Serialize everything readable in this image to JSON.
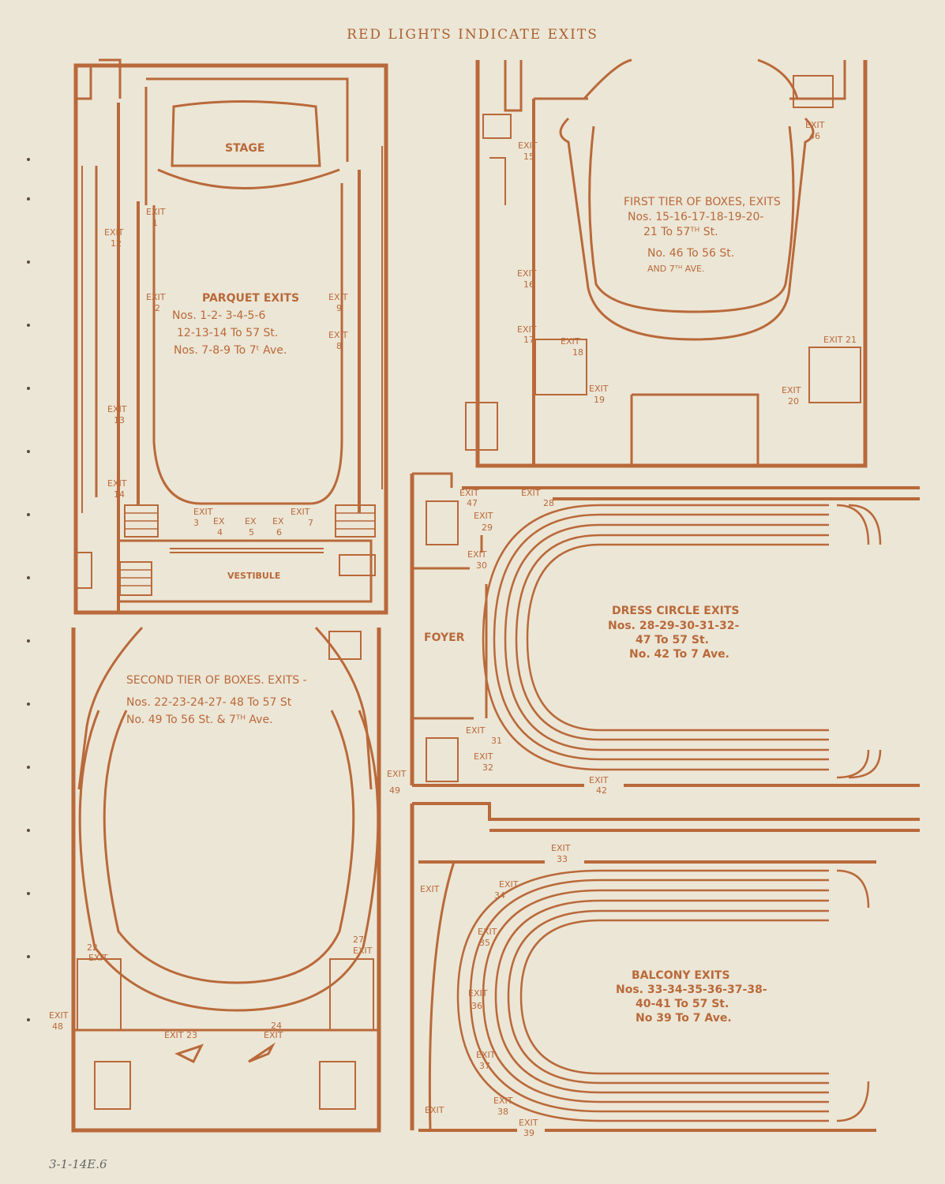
{
  "header": "RED LIGHTS INDICATE EXITS",
  "handwritten_note": "3-1-14E.6",
  "colors": {
    "paper": "#ece6d6",
    "ink": "#b9693a"
  },
  "plans": {
    "parquet": {
      "stage": "STAGE",
      "vestibule": "VESTIBULE",
      "caption": [
        "PARQUET EXITS",
        "Nos. 1-2- 3-4-5-6",
        "12-13-14 To 57 St.",
        "Nos. 7-8-9 To 7ᵗ Ave."
      ]
    },
    "first_tier": {
      "caption": [
        "FIRST TIER OF BOXES, EXITS",
        "Nos. 15-16-17-18-19-20-",
        "21 To 57ᵀᴴ St.",
        "No. 46 To 56 St.",
        "AND 7ᵀᴴ AVE."
      ]
    },
    "dress_circle": {
      "foyer": "FOYER",
      "caption": [
        "DRESS CIRCLE EXITS",
        "Nos. 28-29-30-31-32-",
        "47 To 57 St.",
        "No. 42 To 7 Ave."
      ]
    },
    "second_tier": {
      "caption": [
        "SECOND TIER OF BOXES. EXITS -",
        "Nos. 22-23-24-27- 48 To 57 St",
        "No. 49 To 56 St. & 7ᵀᴴ Ave."
      ]
    },
    "balcony": {
      "caption": [
        "BALCONY EXITS",
        "Nos. 33-34-35-36-37-38-",
        "40-41 To 57 St.",
        "No 39 To 7 Ave."
      ]
    }
  },
  "exits": [
    {
      "a": "EXIT",
      "b": "1"
    },
    {
      "a": "EXIT",
      "b": "2"
    },
    {
      "a": "EXIT",
      "b": "3"
    },
    {
      "a": "EX",
      "b": "4"
    },
    {
      "a": "EX",
      "b": "5"
    },
    {
      "a": "EX",
      "b": "6"
    },
    {
      "a": "EXIT",
      "b": "7"
    },
    {
      "a": "EXIT",
      "b": "8"
    },
    {
      "a": "EXIT",
      "b": "9"
    },
    {
      "a": "EXIT",
      "b": "12"
    },
    {
      "a": "EXIT",
      "b": "13"
    },
    {
      "a": "EXIT",
      "b": "14"
    },
    {
      "a": "EXIT",
      "b": "15"
    },
    {
      "a": "EXIT",
      "b": "16"
    },
    {
      "a": "EXIT",
      "b": "17"
    },
    {
      "a": "EXIT",
      "b": "18"
    },
    {
      "a": "EXIT",
      "b": "19"
    },
    {
      "a": "EXIT",
      "b": "20"
    },
    {
      "a": "EXIT 21",
      "b": ""
    },
    {
      "a": "EXIT",
      "b": "46"
    },
    {
      "a": "EXIT",
      "b": "47"
    },
    {
      "a": "EXIT",
      "b": "28"
    },
    {
      "a": "EXIT",
      "b": "29"
    },
    {
      "a": "EXIT",
      "b": "30"
    },
    {
      "a": "EXIT",
      "b": "31"
    },
    {
      "a": "EXIT",
      "b": "32"
    },
    {
      "a": "EXIT",
      "b": "42"
    },
    {
      "a": "EXIT",
      "b": "49"
    },
    {
      "a": "22",
      "b": "EXIT"
    },
    {
      "a": "27",
      "b": "EXIT"
    },
    {
      "a": "EXIT",
      "b": "48"
    },
    {
      "a": "EXIT 23",
      "b": ""
    },
    {
      "a": "24",
      "b": "EXIT"
    },
    {
      "a": "EXIT",
      "b": "33"
    },
    {
      "a": "EXIT",
      "b": "34"
    },
    {
      "a": "EXIT",
      "b": ""
    },
    {
      "a": "EXIT",
      "b": "35"
    },
    {
      "a": "EXIT",
      "b": "36"
    },
    {
      "a": "EXIT",
      "b": "37"
    },
    {
      "a": "EXIT",
      "b": "38"
    },
    {
      "a": "EXIT",
      "b": "39"
    },
    {
      "a": "EXIT",
      "b": ""
    }
  ]
}
